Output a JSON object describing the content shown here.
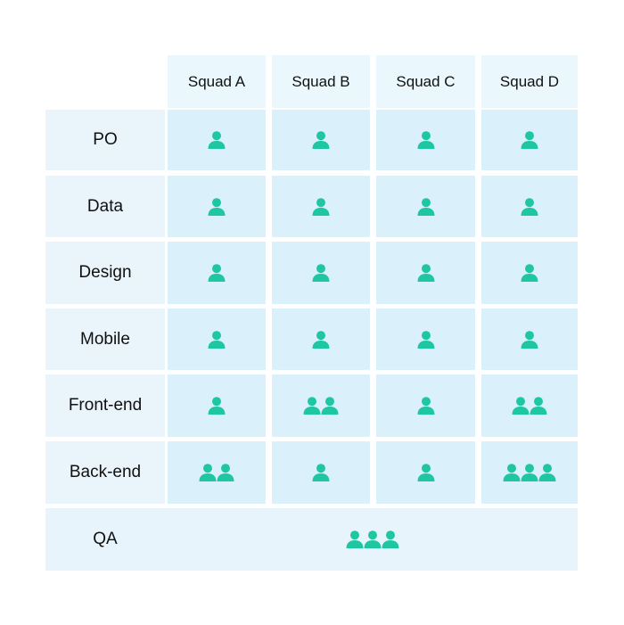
{
  "squads": [
    "Squad A",
    "Squad B",
    "Squad C",
    "Squad D"
  ],
  "roles": [
    {
      "name": "PO",
      "counts": [
        1,
        1,
        1,
        1
      ]
    },
    {
      "name": "Data",
      "counts": [
        1,
        1,
        1,
        1
      ]
    },
    {
      "name": "Design",
      "counts": [
        1,
        1,
        1,
        1
      ]
    },
    {
      "name": "Mobile",
      "counts": [
        1,
        1,
        1,
        1
      ]
    },
    {
      "name": "Front-end",
      "counts": [
        1,
        2,
        1,
        2
      ]
    },
    {
      "name": "Back-end",
      "counts": [
        2,
        1,
        1,
        3
      ]
    }
  ],
  "shared": {
    "name": "QA",
    "count": 3
  },
  "colors": {
    "person": "#1ec7a2"
  },
  "icon": "person-icon"
}
